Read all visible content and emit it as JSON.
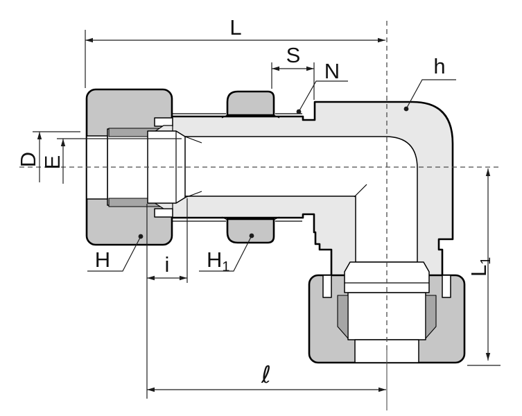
{
  "drawing": {
    "dimension_labels": {
      "L": "L",
      "S": "S",
      "N": "N",
      "h": "h",
      "D": "D",
      "E": "E",
      "H": "H",
      "H1_main": "H",
      "H1_sub": "1",
      "i": "i",
      "ell": "ℓ",
      "L1_main": "L",
      "L1_sub": "1"
    },
    "colors": {
      "background": "#ffffff",
      "body_fill": "#e8e8e8",
      "nut_fill": "#c6c6c6",
      "pocket_fill": "#a6a6a6",
      "outline": "#000000",
      "dimension": "#1c1c1c"
    }
  }
}
